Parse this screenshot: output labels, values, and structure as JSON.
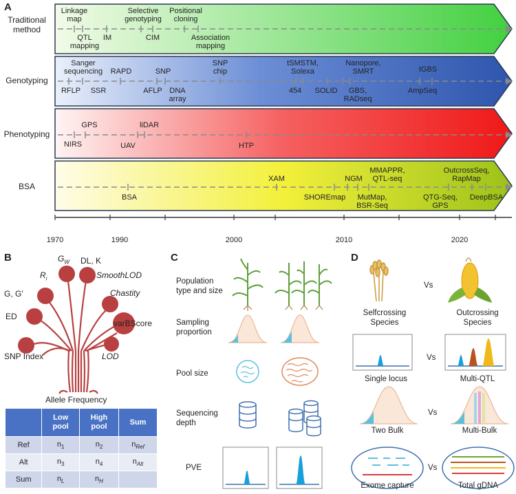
{
  "panels": {
    "a": "A",
    "b": "B",
    "c": "C",
    "d": "D"
  },
  "panel_a": {
    "rows": [
      {
        "label": "Traditional method",
        "color_left": "#f2fbe8",
        "color_right": "#4cd64a"
      },
      {
        "label": "Genotyping",
        "color_left": "#e8eefb",
        "color_right": "#2f58b0"
      },
      {
        "label": "Phenotyping",
        "color_left": "#fff2f2",
        "color_right": "#f22020"
      },
      {
        "label": "BSA",
        "color_left": "#fffbe8",
        "color_right": "#9fc31a"
      }
    ],
    "years": [
      "1970",
      "1990",
      "2000",
      "2010",
      "2020"
    ],
    "traditional": {
      "linkage": "Linkage\nmap",
      "qtl": "QTL\nmapping",
      "im": "IM",
      "selective": "Selective\ngenotyping",
      "cim": "CIM",
      "positional": "Positional\ncloning",
      "association": "Association\nmapping"
    },
    "genotyping": {
      "sanger": "Sanger\nsequencing",
      "rflp": "RFLP",
      "ssr": "SSR",
      "rapd": "RAPD",
      "snp": "SNP",
      "aflp": "AFLP",
      "dna_array": "DNA\narray",
      "snp_chip": "SNP\nchip",
      "tsmstm": "tSMSTM,\nSolexa",
      "n454": "454",
      "nanopore": "Nanopore,\nSMRT",
      "solid": "SOLID",
      "gbs": "GBS,\nRADseq",
      "tgbs": "tGBS",
      "ampseq": "AmpSeq"
    },
    "phenotyping": {
      "gps": "GPS",
      "nirs": "NIRS",
      "lidar": "liDAR",
      "uav": "UAV",
      "htp": "HTP"
    },
    "bsa": {
      "bsa": "BSA",
      "xam": "XAM",
      "shoremap": "SHOREmap",
      "ngm": "NGM",
      "mmappr": "MMAPPR,\nQTL-seq",
      "mutmap": "MutMap,\nBSR-Seq",
      "outcross": "OutcrossSeq,\nRapMap",
      "qtgseq": "QTG-Seq,\nGPS",
      "deepbsa": "DeepBSA"
    }
  },
  "panel_b": {
    "tree_labels": {
      "gw": "G",
      "gw_sub": "W",
      "dlk": "DL, K",
      "ri": "R",
      "ri_sub": "i",
      "smooth": "SmoothLOD",
      "gg": "G, G'",
      "chastity": "Chastity",
      "ed": "ED",
      "varb": "varBScore",
      "snpindex": "SNP Index",
      "lod": "LOD"
    },
    "trunk_label": "Allele Frequency",
    "tree_color": "#b84040",
    "table": {
      "headers": [
        "",
        "Low\npool",
        "High\npool",
        "Sum"
      ],
      "rows": [
        {
          "label": "Ref",
          "c1": "n",
          "c1s": "1",
          "c2": "n",
          "c2s": "2",
          "c3": "n",
          "c3s": "Ref"
        },
        {
          "label": "Alt",
          "c1": "n",
          "c1s": "3",
          "c2": "n",
          "c2s": "4",
          "c3": "n",
          "c3s": "Alt"
        },
        {
          "label": "Sum",
          "c1": "n",
          "c1s": "L",
          "c2": "n",
          "c2s": "H",
          "c3": "",
          "c3s": ""
        }
      ]
    }
  },
  "panel_c": {
    "labels": {
      "population": "Population\ntype and size",
      "sampling": "Sampling\nproportion",
      "pool": "Pool size",
      "depth": "Sequencing\ndepth",
      "pve": "PVE"
    }
  },
  "panel_d": {
    "left": [
      "Selfcrossing\nSpecies",
      "Single locus",
      "Two Bulk",
      "Exome capture"
    ],
    "right": [
      "Outcrossing\nSpecies",
      "Multi-QTL",
      "Multi-Bulk",
      "Total gDNA"
    ],
    "vs": "Vs"
  }
}
